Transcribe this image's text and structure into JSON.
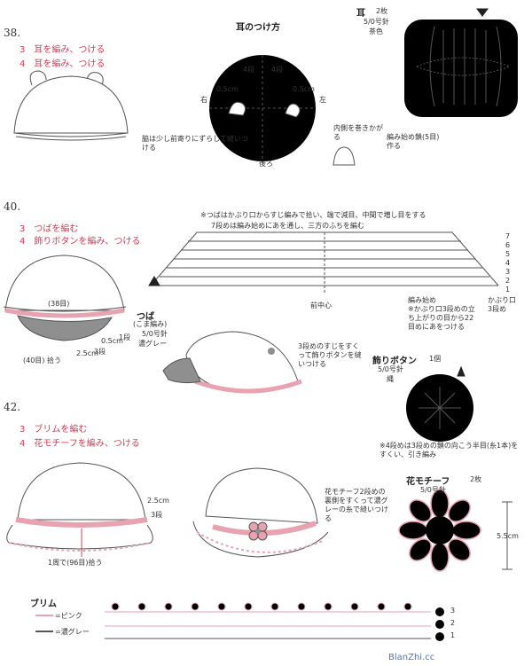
{
  "colors": {
    "pink": "#e8a3b0",
    "accent": "#d0405a",
    "gray": "#8f8f8f",
    "line": "#555555"
  },
  "s38": {
    "number": "38.",
    "steps": [
      "3　耳を編み、つける",
      "4　耳を編み、つける"
    ],
    "ear_attach": {
      "title": "耳のつけ方",
      "right": "右",
      "left": "左",
      "back": "後ろ",
      "dim": "0.5cm",
      "rows": "4段",
      "note1": "脇は少し前寄りにずらして縫いつける",
      "note2": "内側を巻きかがる"
    },
    "ear": {
      "title": "耳",
      "count": "2枚",
      "needle": "5/0号針",
      "color": "茶色",
      "note": "編み始め鎖(5目)作る"
    }
  },
  "s40": {
    "number": "40.",
    "steps": [
      "3　つばを編む",
      "4　飾りボタンを編み、つける"
    ],
    "stitches": "(38目)",
    "brim_label": "(40目) 拾う",
    "dims": [
      "2.5cm",
      "3段",
      "0.5cm",
      "1段"
    ],
    "tsuba": {
      "title": "つば",
      "sub": "(こま編み)",
      "needle": "5/0号針",
      "color": "濃グレー"
    },
    "chart_note1": "※つばはかぶり口からすじ編みで拾い、端で減目、中間で増し目をする",
    "chart_note2": "7段めは編み始めにあを通し、三方のふちを編む",
    "center_front": "前中心",
    "start_note": "編み始め\n※かぶり口3段めの立ち上がりの目から22目めにあをつける",
    "kaburi": "かぶり口\n3段め",
    "button_note": "3段めのすじをすくって飾りボタンを縫いつける",
    "kazari": {
      "title": "飾りボタン",
      "count": "1個",
      "needle": "5/0号針",
      "color": "縄",
      "note": "※4段めは3段めの鎖の向こう半目(糸1本)をすくい、引き編み"
    },
    "row_marks": [
      "7",
      "6",
      "5",
      "4",
      "3",
      "2",
      "1"
    ]
  },
  "s42": {
    "number": "42.",
    "steps": [
      "3　ブリムを編む",
      "4　花モチーフを編み、つける"
    ],
    "dims": [
      "2.5cm",
      "3段"
    ],
    "pickup": "1周で(96目)拾う",
    "flower_note": "花モチーフ2段めの裏側をすくって濃グレーの糸で縫いつける",
    "flower": {
      "title": "花モチーフ",
      "count": "2枚",
      "needle": "5/0号針",
      "size": "5.5cm"
    },
    "brim": {
      "title": "ブリム",
      "pink": "=ピンク",
      "gray": "=濃グレー",
      "rows": [
        "3",
        "2",
        "1"
      ]
    }
  },
  "watermark": "BlanZhi.cc"
}
